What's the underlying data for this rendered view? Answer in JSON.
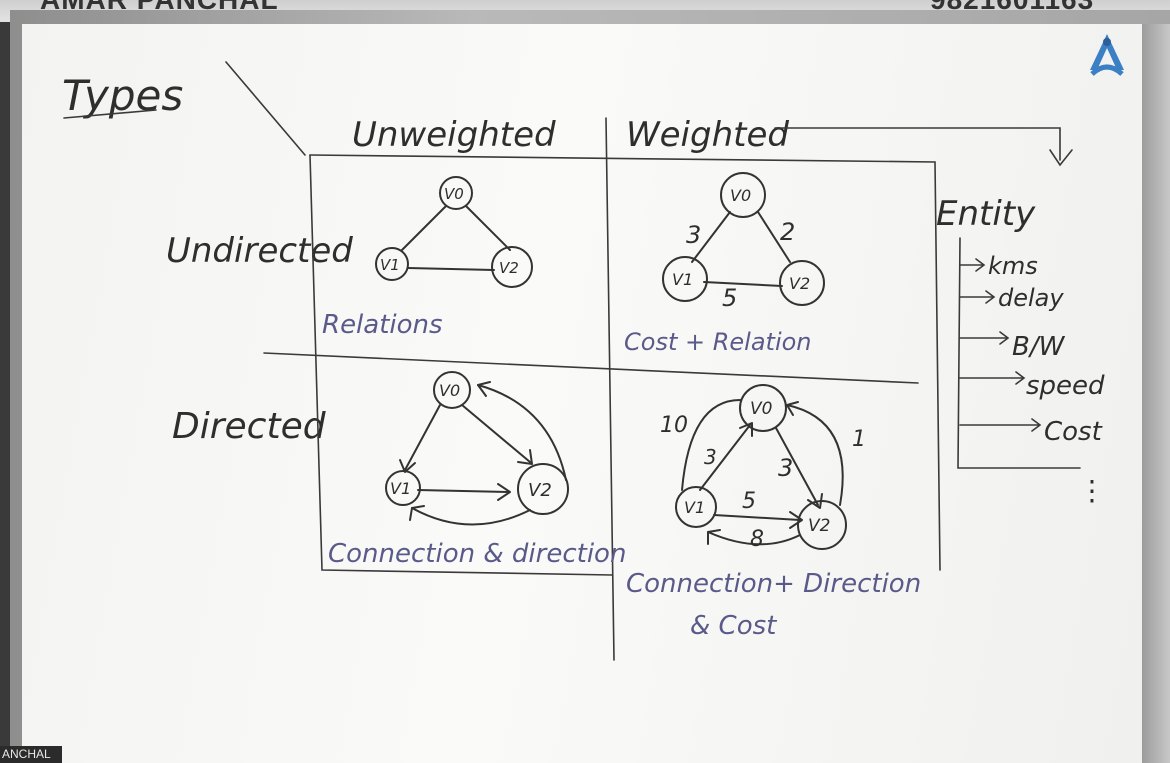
{
  "header": {
    "left_text": "AMAR PANCHAL",
    "right_text": "9821601163"
  },
  "board": {
    "title": "Types",
    "columns": {
      "unweighted": "Unweighted",
      "weighted": "Weighted"
    },
    "rows": {
      "undirected": "Undirected",
      "directed": "Directed"
    },
    "cells": {
      "undirected_unweighted": {
        "caption": "Relations",
        "nodes": [
          "V0",
          "V1",
          "V2"
        ]
      },
      "undirected_weighted": {
        "caption": "Cost + Relation",
        "nodes": [
          "V0",
          "V1",
          "V2"
        ],
        "weights": {
          "v0_v1": "3",
          "v0_v2": "2",
          "v1_v2": "5"
        }
      },
      "directed_unweighted": {
        "caption": "Connection & direction",
        "nodes": [
          "V0",
          "V1",
          "V2"
        ]
      },
      "directed_weighted": {
        "caption_line1": "Connection+ Direction",
        "caption_line2": "& Cost",
        "nodes": [
          "V0",
          "V1",
          "V2"
        ],
        "weights": {
          "v1_v0_outer": "10",
          "v1_v0": "3",
          "v0_v2": "3",
          "v2_v0_outer": "1",
          "v1_v2": "5",
          "v2_v1": "8"
        }
      }
    },
    "entity": {
      "title": "Entity",
      "items": [
        "kms",
        "delay",
        "B/W",
        "speed",
        "Cost"
      ],
      "more": "⋮"
    }
  },
  "watermark": "ANCHAL",
  "colors": {
    "ink": "#333333",
    "caption_ink": "#5a5a8a",
    "board": "#f7f7f5"
  }
}
